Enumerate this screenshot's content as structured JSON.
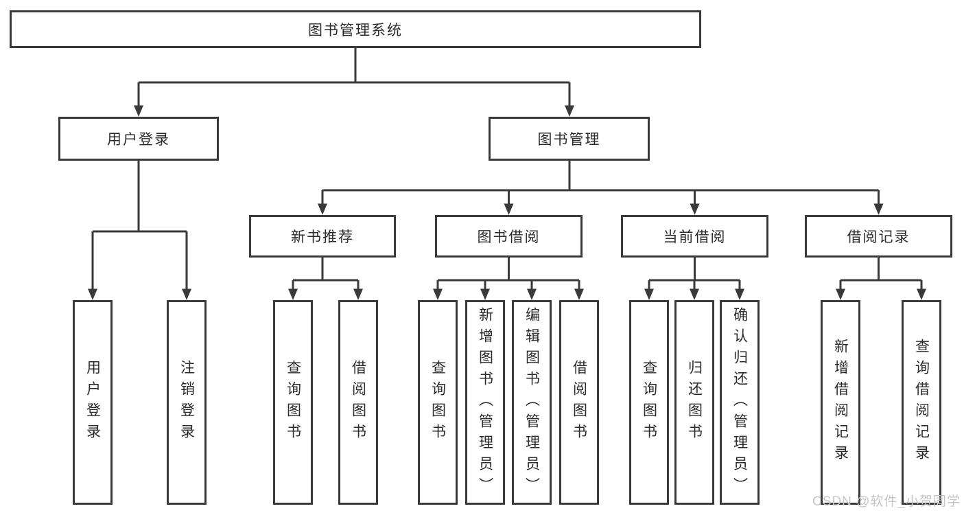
{
  "tree": {
    "root": {
      "label": "图书管理系统",
      "children": [
        {
          "label": "用户登录",
          "children": [
            {
              "label": "用户登录"
            },
            {
              "label": "注销登录"
            }
          ]
        },
        {
          "label": "图书管理",
          "children": [
            {
              "label": "新书推荐",
              "children": [
                {
                  "label": "查询图书"
                },
                {
                  "label": "借阅图书"
                }
              ]
            },
            {
              "label": "图书借阅",
              "children": [
                {
                  "label": "查询图书"
                },
                {
                  "label": "新增图书（管理员）"
                },
                {
                  "label": "编辑图书（管理员）"
                },
                {
                  "label": "借阅图书"
                }
              ]
            },
            {
              "label": "当前借阅",
              "children": [
                {
                  "label": "查询图书"
                },
                {
                  "label": "归还图书"
                },
                {
                  "label": "确认归还（管理员）"
                }
              ]
            },
            {
              "label": "借阅记录",
              "children": [
                {
                  "label": "新增借阅记录"
                },
                {
                  "label": "查询借阅记录"
                }
              ]
            }
          ]
        }
      ]
    }
  },
  "watermark": {
    "text": "CSDN @软件_小贺同学"
  },
  "colors": {
    "line": "#3a3a3a",
    "text": "#2b2b2b",
    "box_background": "#ffffff",
    "page_background": "#ffffff",
    "watermark": "#c4c4cc"
  }
}
